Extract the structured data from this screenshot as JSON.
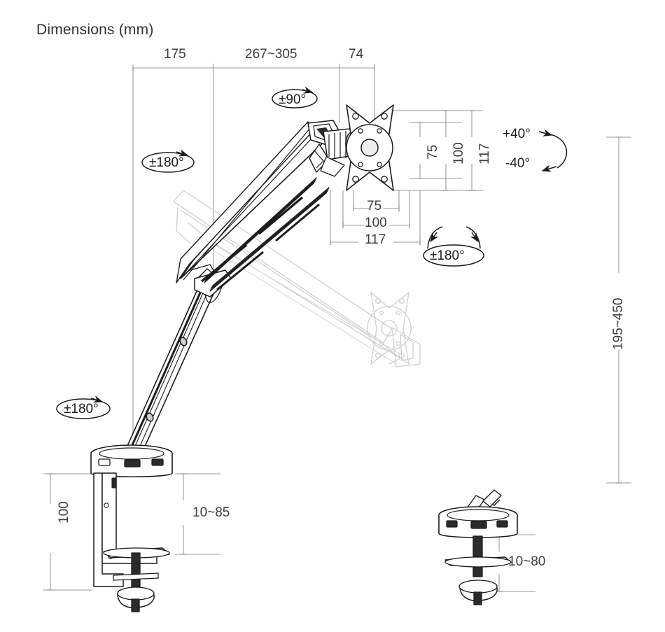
{
  "drawing": {
    "title": "Dimensions (mm)",
    "units": "mm",
    "subject": "gas-spring monitor desk mount arm"
  },
  "top_dimensions": [
    {
      "name": "base-to-joint",
      "value": "175"
    },
    {
      "name": "arm-reach-range",
      "value": "267~305"
    },
    {
      "name": "head-offset",
      "value": "74"
    }
  ],
  "vesa": {
    "vertical": [
      {
        "name": "vesa-v-75",
        "value": "75"
      },
      {
        "name": "vesa-v-100",
        "value": "100"
      },
      {
        "name": "vesa-v-117",
        "value": "117"
      }
    ],
    "horizontal": [
      {
        "name": "vesa-h-75",
        "value": "75"
      },
      {
        "name": "vesa-h-100",
        "value": "100"
      },
      {
        "name": "vesa-h-117",
        "value": "117"
      }
    ]
  },
  "angles": {
    "head_swivel": "±90°",
    "arm_rotation_upper": "±180°",
    "base_rotation": "±180°",
    "screen_rotation": "±180°",
    "tilt_up": "+40°",
    "tilt_down": "-40°"
  },
  "heights": {
    "lift_range": "195~450",
    "clamp_bracket_height": "100",
    "clamp_desk_thickness": "10~85",
    "grommet_desk_thickness": "10~80"
  },
  "colors": {
    "line": "#1c1c1c",
    "dimension_line": "#9a9a9a",
    "ghost": "#cfcfcf",
    "text": "#3a3a3a",
    "background": "#ffffff"
  }
}
